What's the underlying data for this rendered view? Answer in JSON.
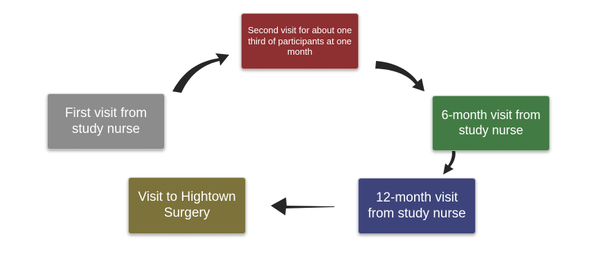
{
  "diagram": {
    "nodes": {
      "second_visit": "Second visit for about one third of participants at one month",
      "first_visit": "First visit from study nurse",
      "six_month": "6-month visit from study nurse",
      "twelve_month": "12-month visit from study nurse",
      "hightown": "Visit to Hightown Surgery"
    },
    "colors": {
      "second_visit": "#8e2a2c",
      "first_visit": "#8c8c8c",
      "six_month": "#3f7a40",
      "twelve_month": "#39407a",
      "hightown": "#7b7136",
      "arrow": "#262626"
    }
  }
}
